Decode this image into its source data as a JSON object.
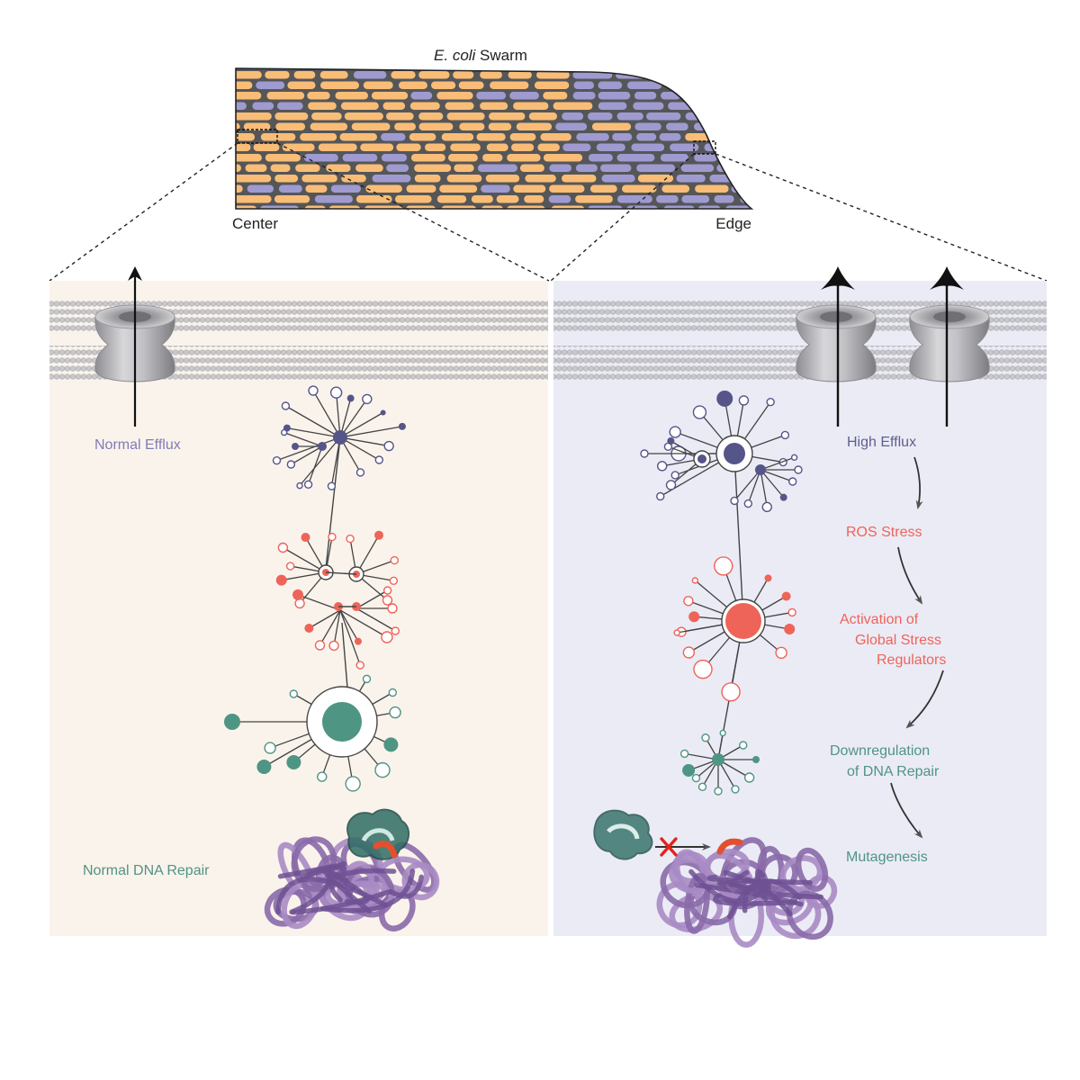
{
  "swarm": {
    "title_italic": "E. coli",
    "title_rest": " Swarm",
    "center_label": "Center",
    "edge_label": "Edge"
  },
  "left_panel": {
    "efflux_label": "Normal Efflux",
    "repair_label": "Normal DNA Repair"
  },
  "right_panel": {
    "flow": [
      {
        "lines": [
          "High Efflux"
        ]
      },
      {
        "lines": [
          "ROS Stress"
        ]
      },
      {
        "lines": [
          "Activation of",
          "Global Stress",
          "Regulators"
        ]
      },
      {
        "lines": [
          "Downregulation",
          "of DNA Repair"
        ]
      },
      {
        "lines": [
          "Mutagenesis"
        ]
      }
    ]
  },
  "colors": {
    "center_cell": "#f9bd77",
    "edge_cell": "#9f9bd0",
    "swarm_bg": "#555658",
    "left_bg": "#faf3ec",
    "right_bg": "#ebebf6",
    "network_purple": "#55558a",
    "network_red": "#ee6458",
    "network_teal": "#4f9584",
    "text_purple": "#7e7cb7",
    "text_dark_purple": "#5e5f8f",
    "text_red": "#ee6458",
    "text_teal": "#4f9584",
    "dna": "#8a6aa8",
    "porin": "#b3b3b6"
  }
}
